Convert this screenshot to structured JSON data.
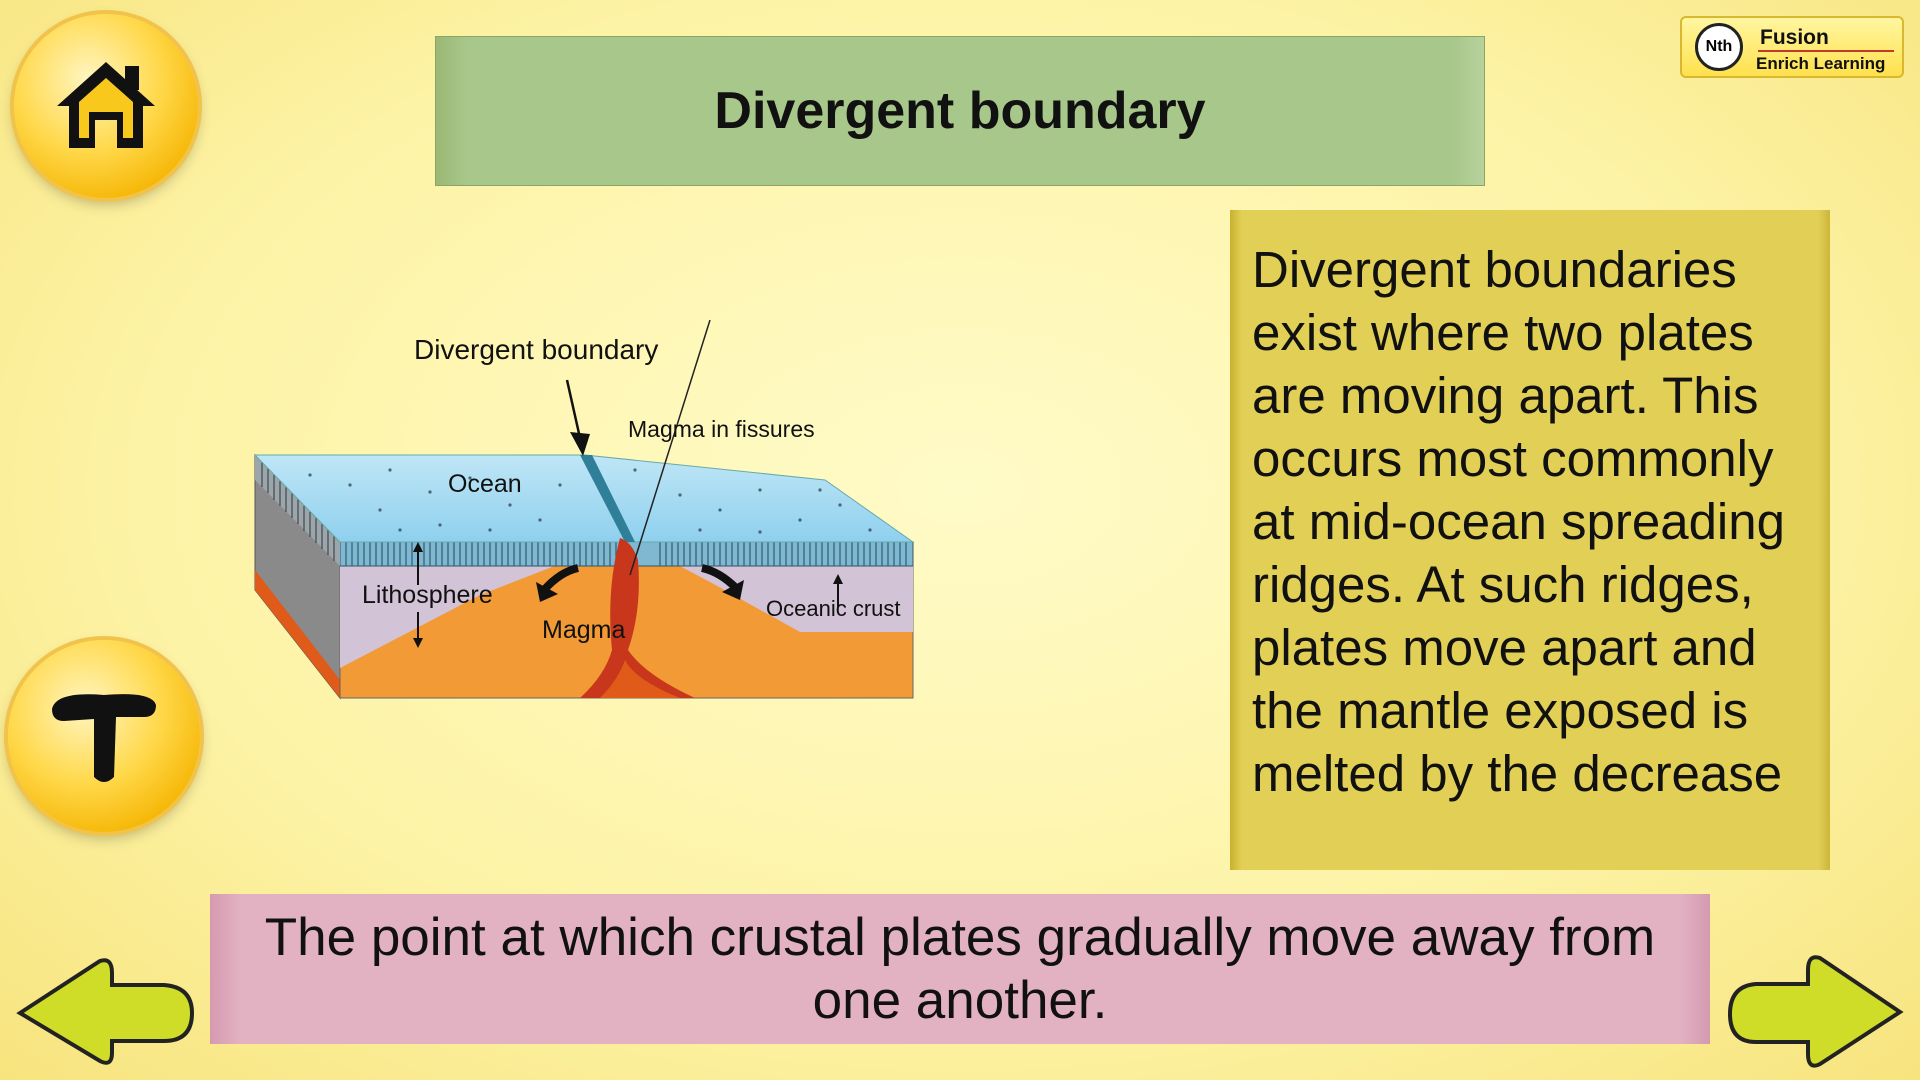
{
  "header": {
    "title": "Divergent boundary"
  },
  "logo": {
    "mark": "Nth",
    "brand": "Fusion",
    "tagline": "Enrich Learning"
  },
  "nav": {
    "home_icon": "home-icon",
    "text_icon": "text-t-icon",
    "prev_icon": "left-arrow-icon",
    "next_icon": "right-arrow-icon"
  },
  "diagram": {
    "labels": {
      "boundary": "Divergent boundary",
      "fissures": "Magma in fissures",
      "ocean": "Ocean",
      "lithosphere": "Lithosphere",
      "magma": "Magma",
      "oceanic_crust": "Oceanic crust"
    }
  },
  "info": {
    "text": "Divergent boundaries exist where two plates are moving apart. This occurs most commonly at mid-ocean spreading ridges. At such ridges, plates move apart and the mantle exposed is melted by the decrease"
  },
  "definition": {
    "text": "The point at which crustal plates gradually move away from one another."
  },
  "colors": {
    "title_bg": "#a8c78a",
    "info_bg": "#e2cf56",
    "definition_bg": "#e2b1c2",
    "button_yellow": "#ffd84a",
    "arrow_green": "#cfdc28"
  }
}
